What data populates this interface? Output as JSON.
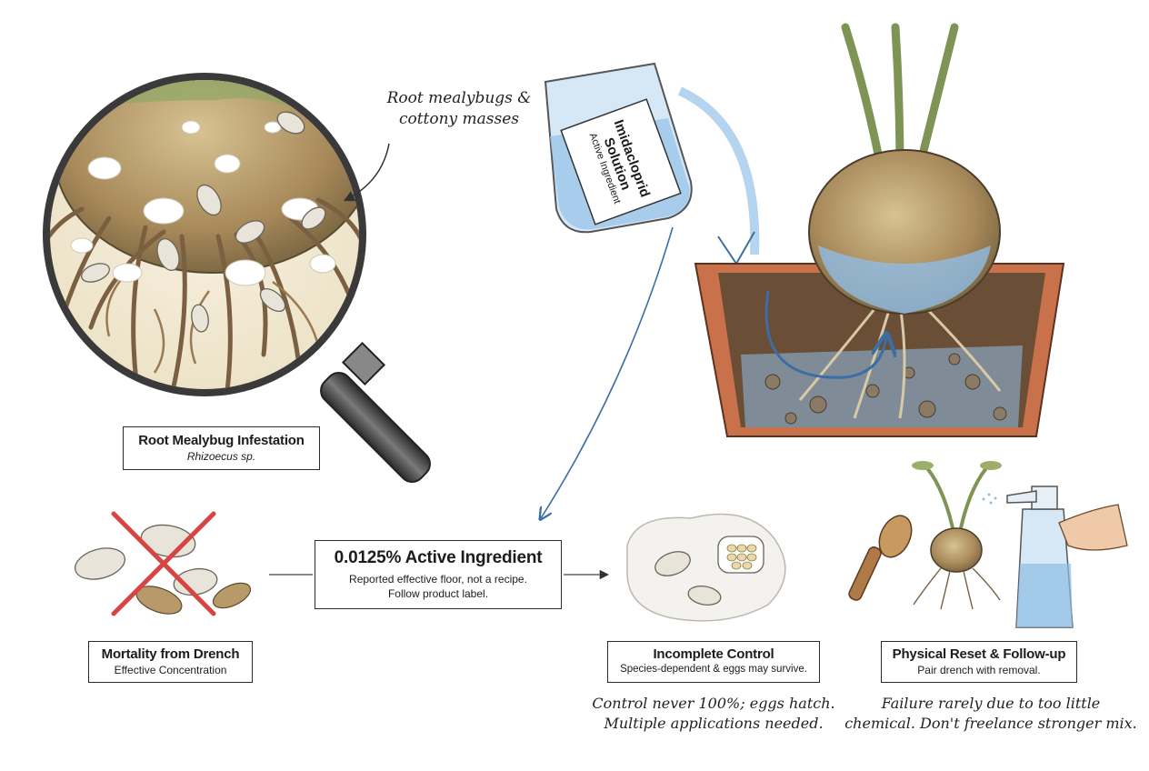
{
  "callout": {
    "line1": "Root mealybugs &",
    "line2": "cottony masses"
  },
  "beaker": {
    "line1": "Imidacloprid",
    "line2": "Solution",
    "line3": "Active Ingredient"
  },
  "infestation": {
    "title": "Root Mealybug Infestation",
    "subtitle": "Rhizoecus sp."
  },
  "concentration": {
    "title": "0.0125% Active Ingredient",
    "line1": "Reported effective floor, not a recipe.",
    "line2": "Follow product label."
  },
  "mortality": {
    "title": "Mortality from Drench",
    "subtitle": "Effective Concentration"
  },
  "incomplete": {
    "title": "Incomplete Control",
    "subtitle": "Species-dependent & eggs may survive.",
    "note1": "Control never 100%; eggs hatch.",
    "note2": "Multiple applications needed."
  },
  "reset": {
    "title": "Physical Reset & Follow-up",
    "subtitle": "Pair drench with removal.",
    "note1": "Failure rarely due to too little",
    "note2": "chemical. Don't freelance stronger mix."
  },
  "colors": {
    "water": "#8fbde6",
    "pot": "#c9714a",
    "soil": "#6b4e36",
    "caudex": "#b89a6a",
    "stem": "#9cae6a",
    "cross": "#d84343"
  }
}
